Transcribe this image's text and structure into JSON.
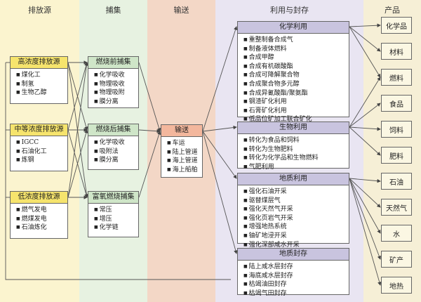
{
  "columns": {
    "source": "排放源",
    "capture": "捕集",
    "transport": "输送",
    "utilization": "利用与封存",
    "products": "产品"
  },
  "sources": [
    {
      "label": "高浓度排放源",
      "items": [
        "煤化工",
        "制氢",
        "生物乙醇"
      ]
    },
    {
      "label": "中等浓度排放源",
      "items": [
        "IGCC",
        "石油化工",
        "炼钢"
      ]
    },
    {
      "label": "低浓度排放源",
      "items": [
        "燃气发电",
        "燃煤发电",
        "石油炼化"
      ]
    }
  ],
  "capture": [
    {
      "label": "燃烧前捕集",
      "items": [
        "化学吸收",
        "物理吸收",
        "物理吸附",
        "膜分离"
      ]
    },
    {
      "label": "燃烧后捕集",
      "items": [
        "化学吸收",
        "吸附法",
        "膜分离"
      ]
    },
    {
      "label": "富氧燃烧捕集",
      "items": [
        "常压",
        "增压",
        "化学链"
      ]
    }
  ],
  "transport": {
    "label": "输送",
    "items": [
      "车运",
      "陆上管道",
      "海上管道",
      "海上船舶"
    ]
  },
  "utilization": [
    {
      "label": "化学利用",
      "items": [
        "重整制备合成气",
        "制备液体燃料",
        "合成甲醇",
        "合成有机碳酸酯",
        "合成可降解聚合物",
        "合成聚合物多元醇",
        "合成异氰酸酯/聚氨酯",
        "钢渣矿化利用",
        "石膏矿化利用",
        "低品位矿加工联合矿化"
      ]
    },
    {
      "label": "生物利用",
      "items": [
        "转化为食品和饲料",
        "转化为生物肥料",
        "转化为化学品和生物燃料",
        "气肥利用"
      ]
    },
    {
      "label": "地质利用",
      "items": [
        "强化石油开采",
        "驱替煤层气",
        "强化天然气开采",
        "强化页岩气开采",
        "增强地热系统",
        "铀矿地浸开采",
        "强化深部咸水开采"
      ]
    },
    {
      "label": "地质封存",
      "items": [
        "陆上咸水层封存",
        "海底咸水层封存",
        "枯竭油田封存",
        "枯竭气田封存"
      ]
    }
  ],
  "products": [
    "化学品",
    "材料",
    "燃料",
    "食品",
    "饲料",
    "肥料",
    "石油",
    "天然气",
    "水",
    "矿产",
    "地热"
  ],
  "colors": {
    "source_bg": "#fbf4cf",
    "capture_bg": "#e7f2e1",
    "transport_bg": "#f3d7c6",
    "utilization_bg": "#e9e5f2",
    "products_bg": "#f6efd6",
    "yellow_header": "#f6e46d",
    "green_header": "#cfe6c8",
    "purple_header": "#c9c4df",
    "orange_header": "#f3b79d"
  }
}
